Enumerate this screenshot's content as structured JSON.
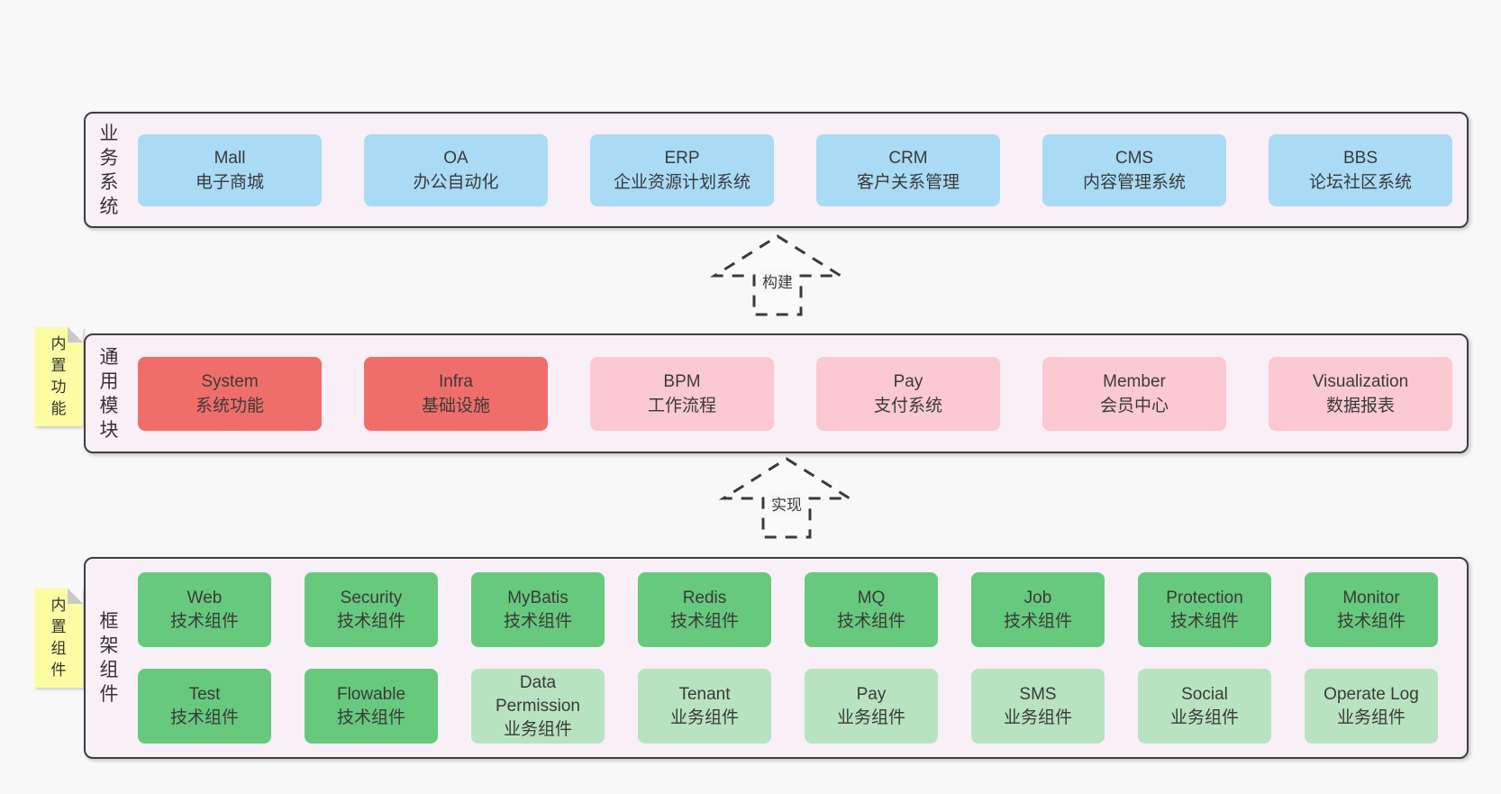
{
  "layers": [
    {
      "id": "business",
      "title": "业务系统",
      "boxes": [
        {
          "name": "Mall",
          "subtitle": "电子商城"
        },
        {
          "name": "OA",
          "subtitle": "办公自动化"
        },
        {
          "name": "ERP",
          "subtitle": "企业资源计划系统"
        },
        {
          "name": "CRM",
          "subtitle": "客户关系管理"
        },
        {
          "name": "CMS",
          "subtitle": "内容管理系统"
        },
        {
          "name": "BBS",
          "subtitle": "论坛社区系统"
        }
      ]
    },
    {
      "id": "modules",
      "title": "通用模块",
      "boxes": [
        {
          "name": "System",
          "subtitle": "系统功能",
          "emphasis": "strong"
        },
        {
          "name": "Infra",
          "subtitle": "基础设施",
          "emphasis": "strong"
        },
        {
          "name": "BPM",
          "subtitle": "工作流程"
        },
        {
          "name": "Pay",
          "subtitle": "支付系统"
        },
        {
          "name": "Member",
          "subtitle": "会员中心"
        },
        {
          "name": "Visualization",
          "subtitle": "数据报表"
        }
      ]
    },
    {
      "id": "components",
      "title": "框架组件",
      "boxes": [
        {
          "name": "Web",
          "subtitle": "技术组件"
        },
        {
          "name": "Security",
          "subtitle": "技术组件"
        },
        {
          "name": "MyBatis",
          "subtitle": "技术组件"
        },
        {
          "name": "Redis",
          "subtitle": "技术组件"
        },
        {
          "name": "MQ",
          "subtitle": "技术组件"
        },
        {
          "name": "Job",
          "subtitle": "技术组件"
        },
        {
          "name": "Protection",
          "subtitle": "技术组件"
        },
        {
          "name": "Monitor",
          "subtitle": "技术组件"
        },
        {
          "name": "Test",
          "subtitle": "技术组件"
        },
        {
          "name": "Flowable",
          "subtitle": "技术组件"
        },
        {
          "name": "Data Permission",
          "subtitle": "业务组件"
        },
        {
          "name": "Tenant",
          "subtitle": "业务组件"
        },
        {
          "name": "Pay",
          "subtitle": "业务组件"
        },
        {
          "name": "SMS",
          "subtitle": "业务组件"
        },
        {
          "name": "Social",
          "subtitle": "业务组件"
        },
        {
          "name": "Operate Log",
          "subtitle": "业务组件"
        }
      ]
    }
  ],
  "arrows": [
    {
      "label": "构建"
    },
    {
      "label": "实现"
    }
  ],
  "notes": [
    {
      "label": "内置功能"
    },
    {
      "label": "内置组件"
    }
  ],
  "colors": {
    "business_box": "#a9dbf5",
    "module_strong": "#f06e6a",
    "module_light": "#fbc9d2",
    "tech_component": "#67c97d",
    "biz_component": "#b7e3c0",
    "layer_bg": "#f9eff7",
    "note_bg": "#fcfca3",
    "page_bg": "#f8f8f8",
    "border": "#3f3f3f"
  }
}
